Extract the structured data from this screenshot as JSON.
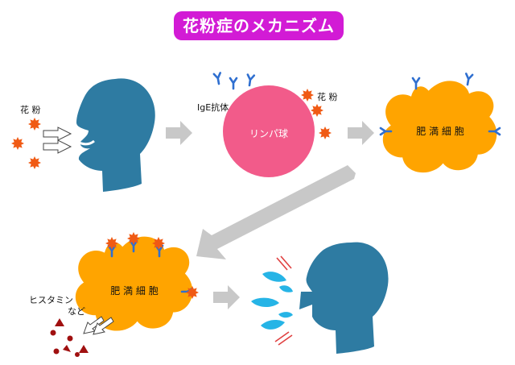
{
  "title": "花粉症のメカニズム",
  "labels": {
    "pollen_left": "花 粉",
    "ige": "IgE抗体",
    "pollen_right": "花 粉",
    "lymphocyte": "リンパ球",
    "mast_cell_top": "肥 満 細 胞",
    "mast_cell_bottom": "肥 満 細 胞",
    "histamine_line1": "ヒスタミン",
    "histamine_line2": "など"
  },
  "colors": {
    "title_bg": "#d21bd5",
    "head": "#2e7ba2",
    "pollen": "#f05a14",
    "antibody": "#2f6fd0",
    "lymphocyte": "#f25b8a",
    "mast_cell": "#ffa400",
    "arrow": "#c8c8c8",
    "droplet": "#26b4e6",
    "histamine": "#a01010"
  }
}
